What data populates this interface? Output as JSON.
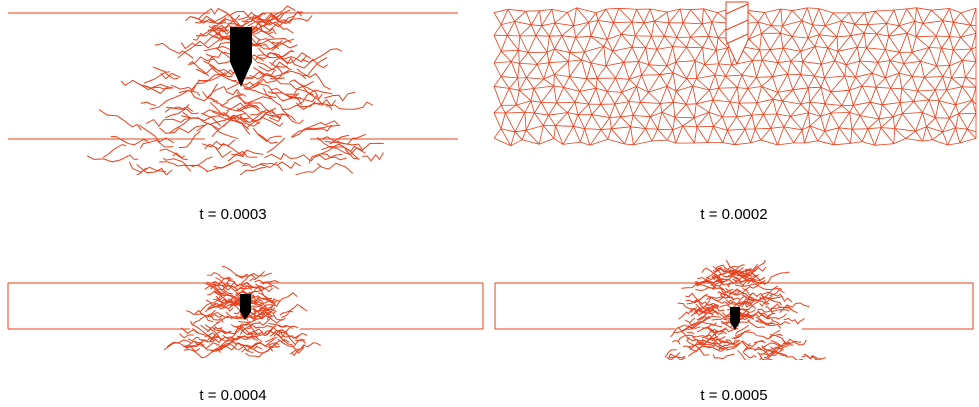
{
  "panels": [
    {
      "id": "p1",
      "label": "t = 0.0003"
    },
    {
      "id": "p2",
      "label": "t = 0.0002"
    },
    {
      "id": "p3",
      "label": "t = 0.0004"
    },
    {
      "id": "p4",
      "label": "t = 0.0005"
    }
  ],
  "colors": {
    "mesh": "#e8401c",
    "tool": "#000000",
    "background": "#ffffff"
  }
}
